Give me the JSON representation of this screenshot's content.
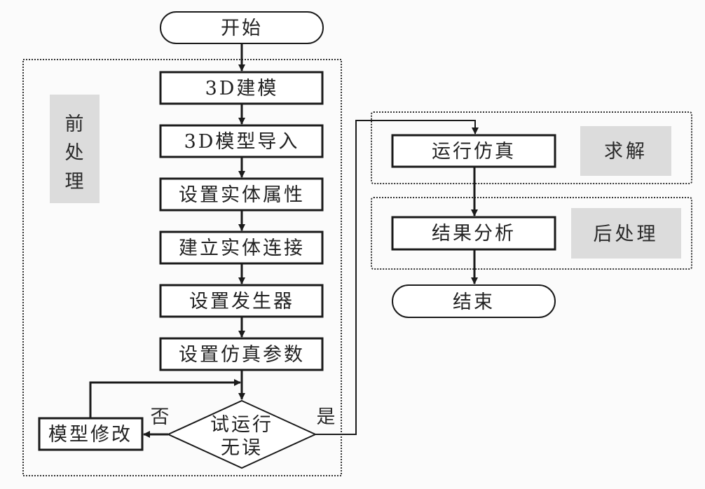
{
  "diagram": {
    "start": "开始",
    "end": "结束",
    "pre_processing": {
      "label_lines": [
        "前",
        "处",
        "理"
      ],
      "steps": [
        "3D建模",
        "3D模型导入",
        "设置实体属性",
        "建立实体连接",
        "设置发生器",
        "设置仿真参数"
      ],
      "decision": {
        "line1": "试运行",
        "line2": "无误"
      },
      "no_label": "否",
      "yes_label": "是",
      "fix_step": "模型修改"
    },
    "solve": {
      "label": "求解",
      "step": "运行仿真"
    },
    "post_processing": {
      "label": "后处理",
      "step": "结果分析"
    },
    "colors": {
      "line": "#1a1a1a",
      "label_bg": "#dcdcdc",
      "background": "#fbfbfb"
    }
  }
}
